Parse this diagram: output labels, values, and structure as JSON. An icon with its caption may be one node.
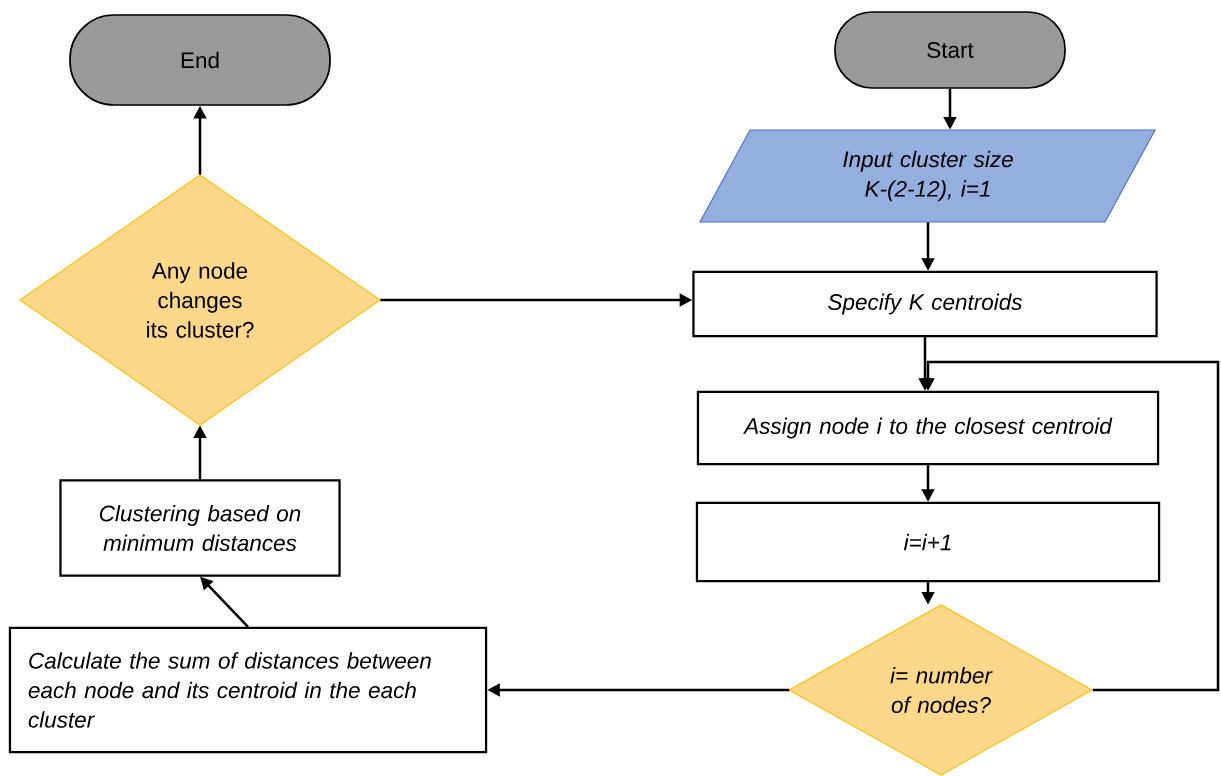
{
  "diagram": {
    "nodes": [
      {
        "text": [
          "End"
        ]
      },
      {
        "text": [
          "Start"
        ]
      },
      {
        "text": [
          "Input cluster size K-(2-12), i=1"
        ]
      },
      {
        "text": [
          "Specify K centroids"
        ]
      },
      {
        "text": [
          "Assign node i to the closest centroid"
        ]
      },
      {
        "text": [
          "i=i+1"
        ]
      },
      {
        "text": [
          "i= number of nodes?"
        ]
      },
      {
        "text": [
          "Calculate the sum of distances between each node and its centroid in the each cluster"
        ]
      },
      {
        "text": [
          "Clustering based on minimum distances"
        ]
      },
      {
        "text": [
          "Any node changes its cluster?"
        ]
      }
    ],
    "edges": [
      {
        "from": 1,
        "to": 2,
        "arrow": "to"
      },
      {
        "from": 2,
        "to": 3,
        "arrow": "to"
      },
      {
        "from": 3,
        "to": 4,
        "arrow": "to"
      },
      {
        "from": 4,
        "to": 5,
        "arrow": "to"
      },
      {
        "from": 5,
        "to": 6,
        "arrow": "to"
      },
      {
        "from": 6,
        "to": 7,
        "arrow": "to"
      },
      {
        "from": 6,
        "to": 4,
        "arrow": "to"
      },
      {
        "from": 7,
        "to": 8,
        "arrow": "to"
      },
      {
        "from": 8,
        "to": 9,
        "arrow": "to"
      },
      {
        "from": 9,
        "to": 0,
        "arrow": "to"
      },
      {
        "from": 9,
        "to": 3,
        "arrow": "to"
      }
    ]
  }
}
